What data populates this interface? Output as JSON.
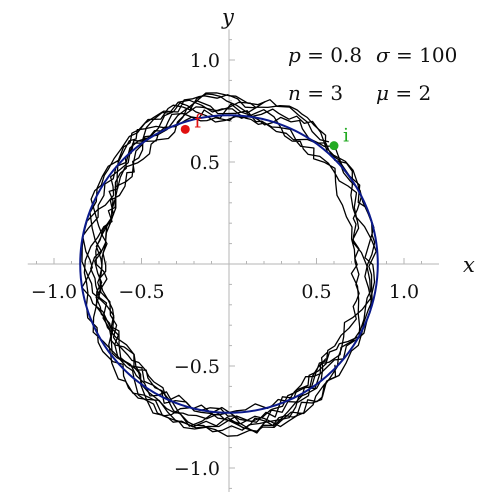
{
  "chart_data": {
    "type": "line",
    "xlabel": "x",
    "ylabel": "y",
    "xlim": [
      -1.15,
      1.2
    ],
    "ylim": [
      -1.12,
      1.15
    ],
    "x_ticks": [
      {
        "value": -1.0,
        "label": "−1.0"
      },
      {
        "value": -0.5,
        "label": "−0.5"
      },
      {
        "value": 0.5,
        "label": "0.5"
      },
      {
        "value": 1.0,
        "label": "1.0"
      }
    ],
    "y_ticks": [
      {
        "value": 1.0,
        "label": "1.0"
      },
      {
        "value": 0.5,
        "label": "0.5"
      },
      {
        "value": -0.5,
        "label": "−0.5"
      },
      {
        "value": -1.0,
        "label": "−1.0"
      }
    ],
    "parameters": {
      "p": "0.8",
      "sigma": "100",
      "n": "3",
      "mu": "2"
    },
    "boundary_circle": {
      "radius": 0.85,
      "color": "#0b1a8c"
    },
    "inner_radius": 0.7,
    "initial_point": {
      "label": "i",
      "x": 0.6,
      "y": 0.58,
      "color": "#22aa22"
    },
    "final_point": {
      "label": "f",
      "x": -0.25,
      "y": 0.66,
      "color": "#e01010"
    },
    "path_color": "#000000"
  }
}
